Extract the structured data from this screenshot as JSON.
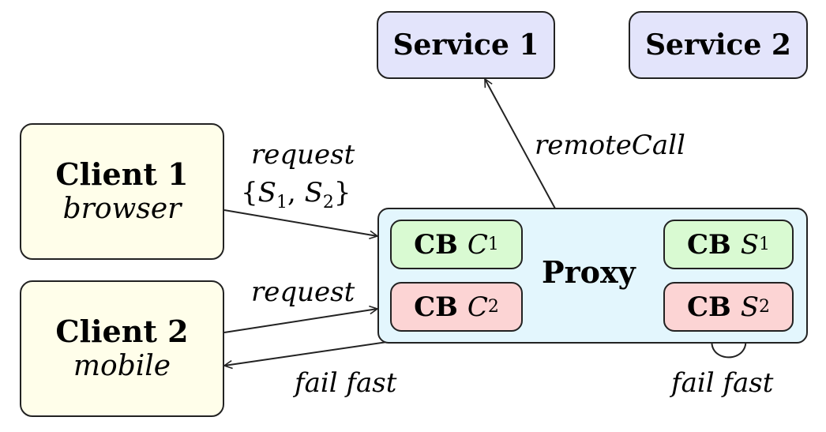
{
  "services": [
    {
      "label": "Service 1"
    },
    {
      "label": "Service 2"
    }
  ],
  "clients": [
    {
      "title": "Client 1",
      "subtitle": "browser"
    },
    {
      "title": "Client 2",
      "subtitle": "mobile"
    }
  ],
  "proxy": {
    "label": "Proxy",
    "breakers": [
      {
        "prefix": "CB",
        "var": "C",
        "index": "1",
        "state": "closed",
        "color": "#d9fad2"
      },
      {
        "prefix": "CB",
        "var": "C",
        "index": "2",
        "state": "open",
        "color": "#fcd4d4"
      },
      {
        "prefix": "CB",
        "var": "S",
        "index": "1",
        "state": "closed",
        "color": "#d9fad2"
      },
      {
        "prefix": "CB",
        "var": "S",
        "index": "2",
        "state": "open",
        "color": "#fcd4d4"
      }
    ]
  },
  "edges": {
    "request1": {
      "label": "request",
      "set_open": "{",
      "s1": "S",
      "s1_index": "1",
      "sep": ", ",
      "s2": "S",
      "s2_index": "2",
      "set_close": "}"
    },
    "request2": {
      "label": "request"
    },
    "remote_call": {
      "label": "remoteCall"
    },
    "fail_fast_client": {
      "label": "fail fast"
    },
    "fail_fast_loop": {
      "label": "fail fast"
    }
  }
}
